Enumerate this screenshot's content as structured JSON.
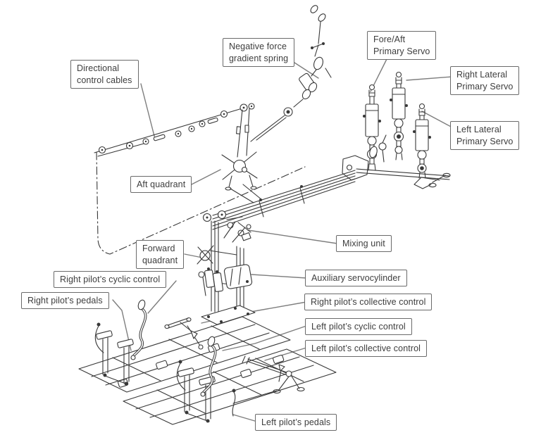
{
  "colors": {
    "background": "#ffffff",
    "drawing_line": "#383838",
    "leader_line": "#7e7e7e",
    "label_border": "#6a6a6a",
    "label_background": "#ffffff",
    "label_text": "#3d3d3d"
  },
  "diagram": {
    "labels": {
      "directional_control_cables": {
        "line1": "Directional",
        "line2": "control cables"
      },
      "negative_force_gradient_spring": {
        "line1": "Negative force",
        "line2": "gradient spring"
      },
      "fore_aft_primary_servo": {
        "line1": "Fore/Aft",
        "line2": "Primary Servo"
      },
      "right_lateral_primary_servo": {
        "line1": "Right Lateral",
        "line2": "Primary Servo"
      },
      "left_lateral_primary_servo": {
        "line1": "Left Lateral",
        "line2": "Primary Servo"
      },
      "aft_quadrant": {
        "line1": "Aft quadrant"
      },
      "forward_quadrant": {
        "line1": "Forward",
        "line2": "quadrant"
      },
      "mixing_unit": {
        "line1": "Mixing unit"
      },
      "auxiliary_servocylinder": {
        "line1": "Auxiliary servocylinder"
      },
      "right_pilots_cyclic_control": {
        "line1": "Right pilot’s cyclic control"
      },
      "right_pilots_pedals": {
        "line1": "Right pilot’s pedals"
      },
      "right_pilots_collective_control": {
        "line1": "Right pilot’s collective control"
      },
      "left_pilots_cyclic_control": {
        "line1": "Left pilot’s cyclic control"
      },
      "left_pilots_collective_control": {
        "line1": "Left pilot’s collective control"
      },
      "left_pilots_pedals": {
        "line1": "Left pilot’s pedals"
      }
    }
  }
}
